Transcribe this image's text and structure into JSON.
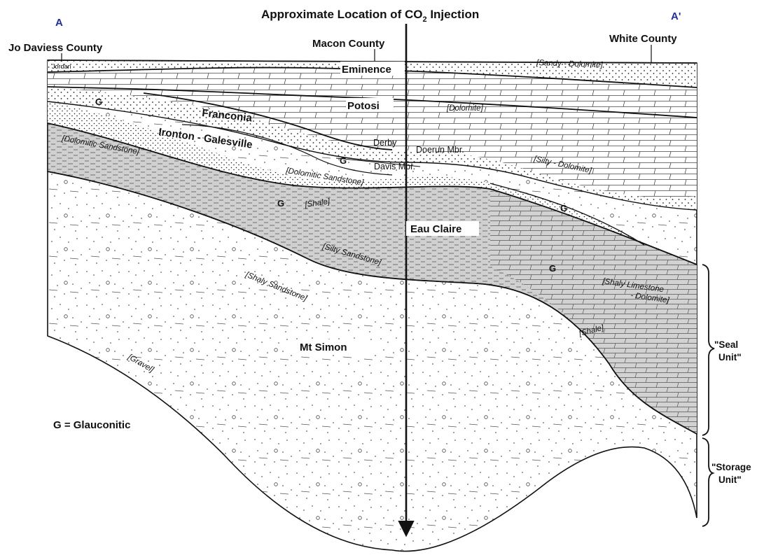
{
  "title": {
    "prefix": "Approximate Location of CO",
    "subscript": "2",
    "suffix": " Injection"
  },
  "endpoints": {
    "left": "A",
    "right": "A'"
  },
  "counties": {
    "left": "Jo Daviess County",
    "middle": "Macon County",
    "right": "White County"
  },
  "formations": {
    "jordan": "Jordan",
    "eminence": "Eminence",
    "potosi": "Potosi",
    "franconia": "Franconia",
    "ironton": "Ironton - Galesville",
    "derby": "Derby",
    "doerun": "Doerun Mbr.",
    "davis": "Davis Mbr.",
    "eau_claire": "Eau Claire",
    "mt_simon": "Mt Simon"
  },
  "lithologies": {
    "sandy_dolomite": "[Sandy - Dolomite]",
    "dolomite": "[Dolomite]",
    "silty_dolomite": "[Silty - Dolomite]",
    "dolomitic_sandstone_1": "[Dolomitic Sandstone]",
    "dolomitic_sandstone_2": "[Dolomitic Sandstone]",
    "shale_1": "[Shale]",
    "silty_sandstone": "[Silty Sandstone]",
    "shaly_sandstone": "[Shaly Sandstone]",
    "shaly_limestone": "[Shaly Limestone",
    "shaly_limestone_2": "- Dolomite]",
    "shale_2": "[Shale]",
    "gravel": "[Gravel]"
  },
  "glauconitic_marker": "G",
  "legend": "G  = Glauconitic",
  "side_labels": {
    "seal_line1": "\"Seal",
    "seal_line2": "Unit\"",
    "storage_line1": "\"Storage",
    "storage_line2": "Unit\""
  },
  "colors": {
    "line": "#111111",
    "shale_fill": "#d0d0d0",
    "sand_fill": "#ffffff",
    "endpoint_blue": "#1f2f9a"
  }
}
